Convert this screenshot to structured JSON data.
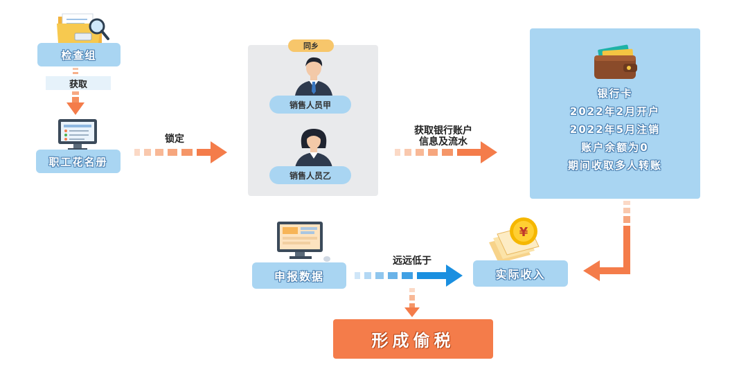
{
  "inspection_group": {
    "label": "检查组",
    "icon": "folder-magnifier-icon"
  },
  "fetch_tag": {
    "label": "获取"
  },
  "roster": {
    "label": "职工花名册",
    "icon": "monitor-checklist-icon"
  },
  "lock_arrow": {
    "label": "锁定"
  },
  "same_town_tag": {
    "label": "同乡"
  },
  "salesperson_a": {
    "label": "销售人员甲",
    "icon": "male-avatar-icon"
  },
  "salesperson_b": {
    "label": "销售人员乙",
    "icon": "female-avatar-icon"
  },
  "bank_arrow": {
    "line1": "获取银行账户",
    "line2": "信息及流水"
  },
  "bank_card": {
    "icon": "wallet-icon",
    "lines": [
      "银行卡",
      "2022年2月开户",
      "2022年5月注销",
      "账户余额为0",
      "期间收取多人转账"
    ]
  },
  "declared_data": {
    "label": "申报数据",
    "icon": "computer-icon"
  },
  "far_lower_arrow": {
    "label": "远远低于"
  },
  "actual_income": {
    "label": "实际收入",
    "icon": "coin-documents-icon"
  },
  "tax_evasion": {
    "label": "形成偷税"
  },
  "colors": {
    "orange": "#f47c4a",
    "light_blue": "#a9d5f2",
    "blue_arrow": "#1a8fe0",
    "gray_panel": "#e9eaec"
  }
}
